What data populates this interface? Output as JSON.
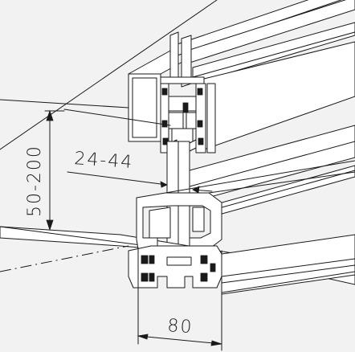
{
  "dimensions": {
    "height_range": "50-200",
    "glass_thickness": "24-44",
    "profile_width": "80"
  },
  "colors": {
    "background": "#f2f2f2",
    "line": "#1a1a1a",
    "profile_fill": "#ffffff"
  }
}
